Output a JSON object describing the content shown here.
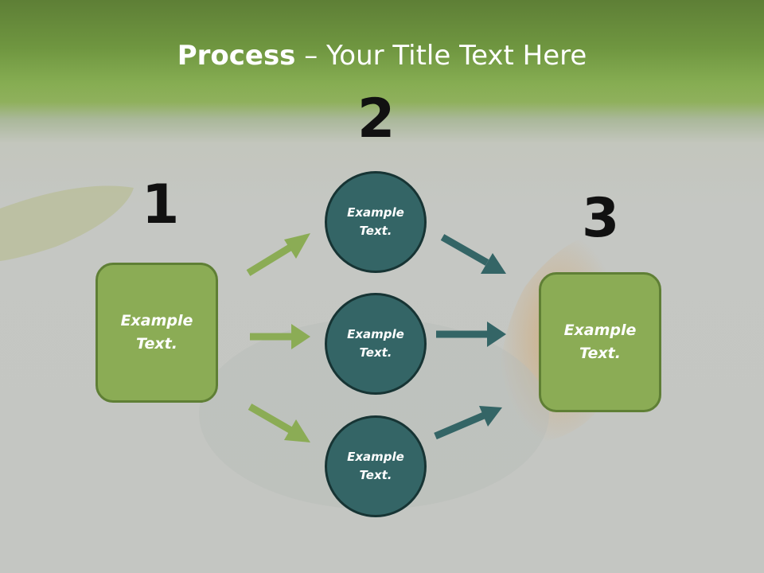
{
  "slide": {
    "title_bold": "Process",
    "title_rest": " – Your Title Text Here",
    "numbers": [
      "1",
      "2",
      "3"
    ],
    "left_box": "Example\nText.",
    "circles": [
      "Example\nText.",
      "Example\nText.",
      "Example\nText."
    ],
    "right_box": "Example\nText."
  },
  "colors": {
    "header_green": "#86ad52",
    "box_green": "#8bac55",
    "circle_teal": "#346566",
    "arrow_green": "#8bac55",
    "arrow_teal": "#346566"
  }
}
